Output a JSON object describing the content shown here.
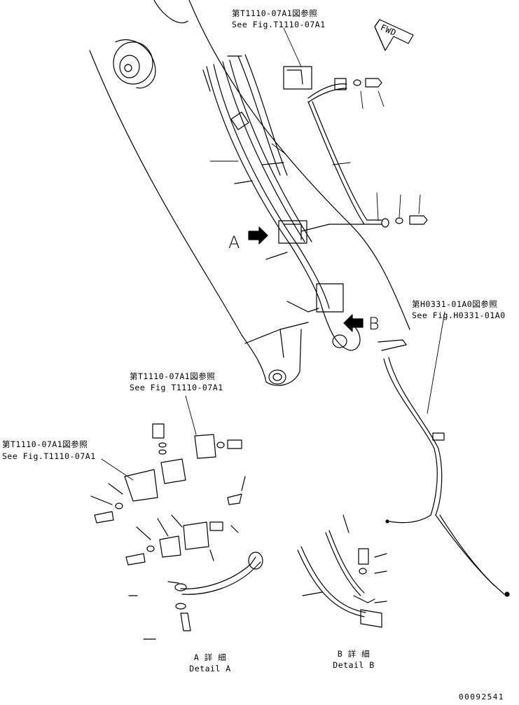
{
  "refs": {
    "top_jp": "第T1110-07A1図参照",
    "top_en": "See Fig.T1110-07A1",
    "right_jp": "第H0331-01A0図参照",
    "right_en": "See Fig.H0331-01A0",
    "mid_jp": "第T1110-07A1図参照",
    "mid_en": "See Fig T1110-07A1",
    "left_jp": "第T1110-07A1図参照",
    "left_en": "See Fig.T1110-07A1"
  },
  "fwd_label": "FWD",
  "detail_markers": {
    "a": "A",
    "b": "B"
  },
  "details": {
    "a_jp": "A 詳 細",
    "a_en": "Detail A",
    "b_jp": "B 詳 細",
    "b_en": "Detail B"
  },
  "drawing_number": "00092541"
}
